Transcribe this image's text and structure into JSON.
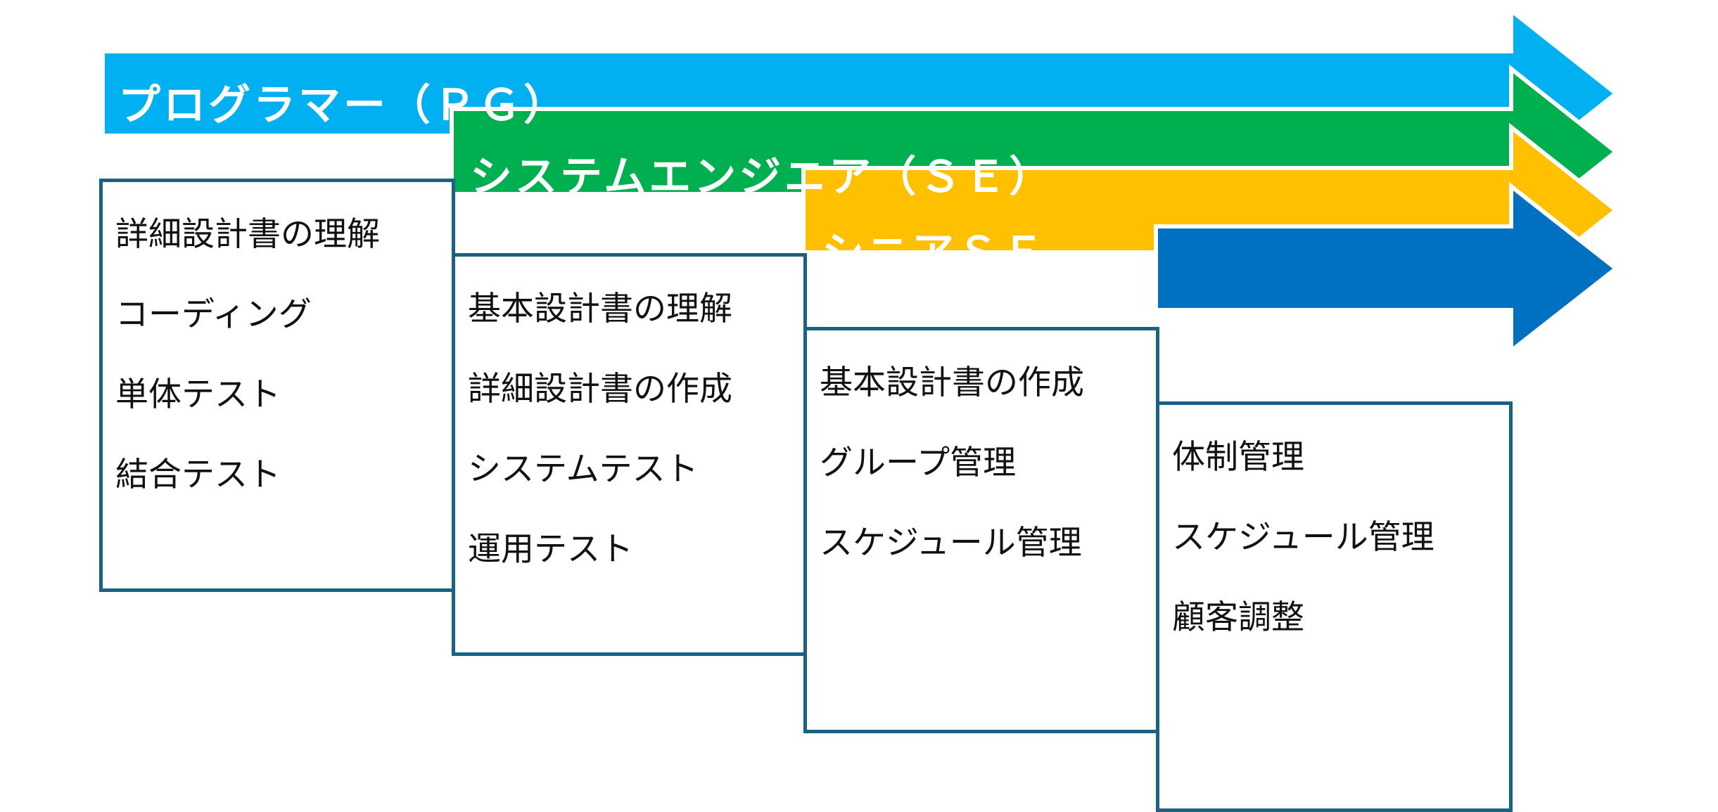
{
  "stages": [
    {
      "title": "プログラマー（ＰＧ）",
      "color": "#00b0f0",
      "items": [
        "詳細設計書の理解",
        "コーディング",
        "単体テスト",
        "結合テスト"
      ]
    },
    {
      "title": "システムエンジニア（ＳＥ）",
      "color": "#00b050",
      "items": [
        "基本設計書の理解",
        "詳細設計書の作成",
        "システムテスト",
        "運用テスト"
      ]
    },
    {
      "title": "シニアＳＥ",
      "color": "#ffc000",
      "items": [
        "基本設計書の作成",
        "グループ管理",
        "スケジュール管理"
      ]
    },
    {
      "title": "ＰＬ・ＰＭ",
      "color": "#0070c0",
      "items": [
        "体制管理",
        "スケジュール管理",
        "顧客調整"
      ]
    }
  ],
  "box_border_color": "#1a6183"
}
